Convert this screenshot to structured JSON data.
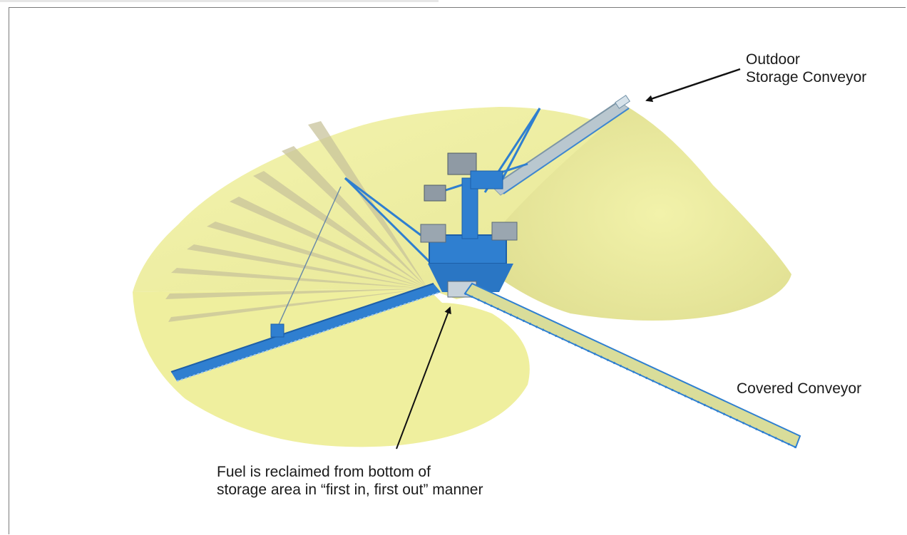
{
  "labels": {
    "outdoor_conveyor": [
      "Outdoor",
      "Storage Conveyor"
    ],
    "covered_conveyor": "Covered Conveyor",
    "reclaim_note": [
      "Fuel is reclaimed from bottom of",
      "storage area in “first in, first out” manner"
    ]
  },
  "colors": {
    "pile": "#efef9e",
    "pile_shadow": "#d9d98a",
    "stripe": "#c8c39a",
    "structure": "#2f7fd0",
    "structure_dark": "#1d5fa8",
    "conveyor_top": "#b9c7cf",
    "arrow": "#111111"
  }
}
